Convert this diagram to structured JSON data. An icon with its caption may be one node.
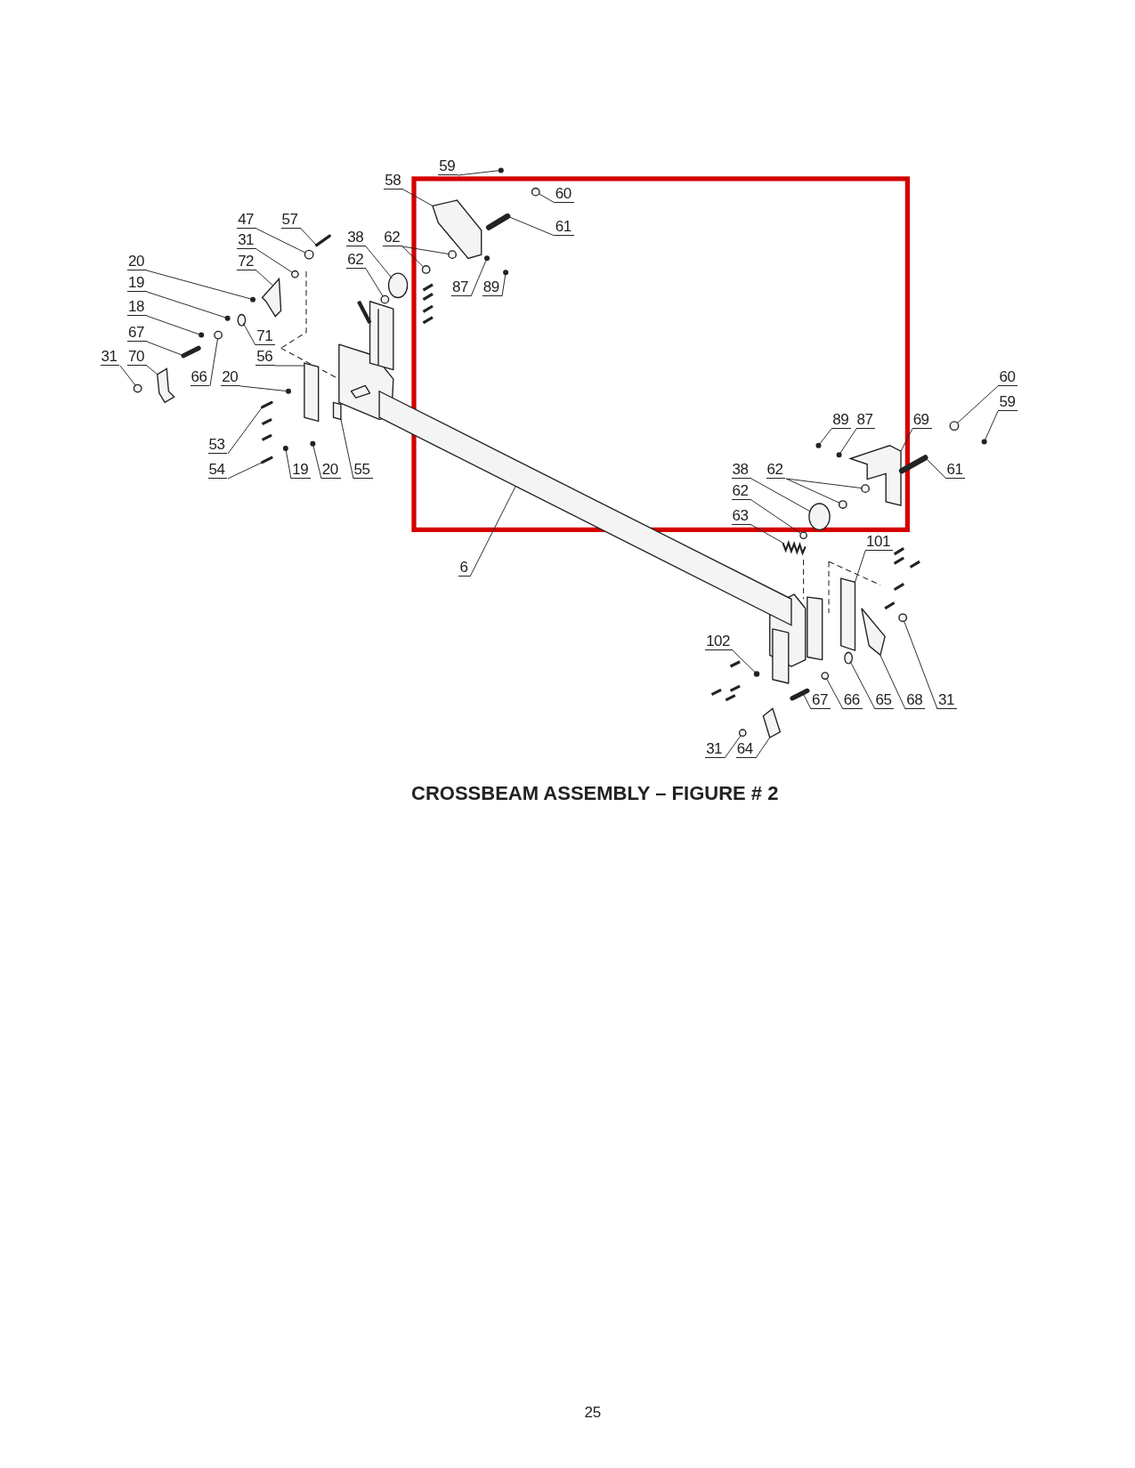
{
  "diagram": {
    "caption": "CROSSBEAM ASSEMBLY – FIGURE # 2",
    "nodes": [
      {
        "text": [
          "58"
        ]
      },
      {
        "text": [
          "59"
        ]
      },
      {
        "text": [
          "60"
        ]
      },
      {
        "text": [
          "61"
        ]
      },
      {
        "text": [
          "47"
        ]
      },
      {
        "text": [
          "57"
        ]
      },
      {
        "text": [
          "31"
        ]
      },
      {
        "text": [
          "72"
        ]
      },
      {
        "text": [
          "20"
        ]
      },
      {
        "text": [
          "19"
        ]
      },
      {
        "text": [
          "18"
        ]
      },
      {
        "text": [
          "67"
        ]
      },
      {
        "text": [
          "31"
        ]
      },
      {
        "text": [
          "70"
        ]
      },
      {
        "text": [
          "66"
        ]
      },
      {
        "text": [
          "71"
        ]
      },
      {
        "text": [
          "56"
        ]
      },
      {
        "text": [
          "20"
        ]
      },
      {
        "text": [
          "53"
        ]
      },
      {
        "text": [
          "54"
        ]
      },
      {
        "text": [
          "19"
        ]
      },
      {
        "text": [
          "20"
        ]
      },
      {
        "text": [
          "55"
        ]
      },
      {
        "text": [
          "38"
        ]
      },
      {
        "text": [
          "62"
        ]
      },
      {
        "text": [
          "62"
        ]
      },
      {
        "text": [
          "87"
        ]
      },
      {
        "text": [
          "89"
        ]
      },
      {
        "text": [
          "6"
        ]
      },
      {
        "text": [
          "89"
        ]
      },
      {
        "text": [
          "87"
        ]
      },
      {
        "text": [
          "69"
        ]
      },
      {
        "text": [
          "60"
        ]
      },
      {
        "text": [
          "59"
        ]
      },
      {
        "text": [
          "61"
        ]
      },
      {
        "text": [
          "38"
        ]
      },
      {
        "text": [
          "62"
        ]
      },
      {
        "text": [
          "62"
        ]
      },
      {
        "text": [
          "63"
        ]
      },
      {
        "text": [
          "101"
        ]
      },
      {
        "text": [
          "102"
        ]
      },
      {
        "text": [
          "67"
        ]
      },
      {
        "text": [
          "66"
        ]
      },
      {
        "text": [
          "65"
        ]
      },
      {
        "text": [
          "68"
        ]
      },
      {
        "text": [
          "31"
        ]
      },
      {
        "text": [
          "31"
        ]
      },
      {
        "text": [
          "64"
        ]
      },
      {
        "text": [],
        "shape": "picture"
      },
      {
        "text": [],
        "shape": "circle"
      },
      {
        "text": [],
        "shape": "circle"
      },
      {
        "text": [],
        "shape": "bar"
      },
      {
        "text": [],
        "shape": "circle"
      },
      {
        "text": [],
        "shape": "bar"
      },
      {
        "text": [],
        "shape": "circle"
      },
      {
        "text": [],
        "shape": "picture"
      },
      {
        "text": [],
        "shape": "circle"
      },
      {
        "text": [],
        "shape": "circle"
      },
      {
        "text": [],
        "shape": "circle"
      },
      {
        "text": [],
        "shape": "bar"
      },
      {
        "text": [],
        "shape": "circle"
      },
      {
        "text": [],
        "shape": "picture"
      },
      {
        "text": [],
        "shape": "circle"
      },
      {
        "text": [],
        "shape": "circle"
      },
      {
        "text": [],
        "shape": "box"
      },
      {
        "text": [],
        "shape": "circle"
      },
      {
        "text": [],
        "shape": "bar"
      },
      {
        "text": [],
        "shape": "bar"
      },
      {
        "text": [],
        "shape": "circle"
      },
      {
        "text": [],
        "shape": "circle"
      },
      {
        "text": [],
        "shape": "box"
      },
      {
        "text": [],
        "shape": "circle"
      },
      {
        "text": [],
        "shape": "circle"
      },
      {
        "text": [],
        "shape": "circle"
      },
      {
        "text": [],
        "shape": "circle"
      },
      {
        "text": [],
        "shape": "circle"
      },
      {
        "text": [],
        "shape": "circle"
      },
      {
        "text": [],
        "shape": "box"
      },
      {
        "text": [],
        "shape": "circle"
      },
      {
        "text": [],
        "shape": "circle"
      },
      {
        "text": [],
        "shape": "picture"
      },
      {
        "text": [],
        "shape": "circle"
      },
      {
        "text": [],
        "shape": "circle"
      },
      {
        "text": [],
        "shape": "bar"
      },
      {
        "text": [],
        "shape": "circle"
      },
      {
        "text": [],
        "shape": "circle"
      },
      {
        "text": [],
        "shape": "circle"
      },
      {
        "text": [],
        "shape": "circle"
      },
      {
        "text": [],
        "shape": "picture"
      },
      {
        "text": [],
        "shape": "box"
      },
      {
        "text": [],
        "shape": "circle"
      },
      {
        "text": [],
        "shape": "bar"
      },
      {
        "text": [],
        "shape": "circle"
      },
      {
        "text": [],
        "shape": "circle"
      },
      {
        "text": [],
        "shape": "picture"
      },
      {
        "text": [],
        "shape": "circle"
      },
      {
        "text": [],
        "shape": "circle"
      },
      {
        "text": [],
        "shape": "picture"
      }
    ],
    "edges": [
      {
        "from": 0,
        "to": 48,
        "arrow": "none"
      },
      {
        "from": 1,
        "to": 49,
        "arrow": "none"
      },
      {
        "from": 2,
        "to": 50,
        "arrow": "none"
      },
      {
        "from": 3,
        "to": 51,
        "arrow": "none"
      },
      {
        "from": 4,
        "to": 52,
        "arrow": "none"
      },
      {
        "from": 5,
        "to": 53,
        "arrow": "none"
      },
      {
        "from": 6,
        "to": 54,
        "arrow": "none"
      },
      {
        "from": 7,
        "to": 55,
        "arrow": "none"
      },
      {
        "from": 8,
        "to": 56,
        "arrow": "none"
      },
      {
        "from": 9,
        "to": 57,
        "arrow": "none"
      },
      {
        "from": 10,
        "to": 58,
        "arrow": "none"
      },
      {
        "from": 11,
        "to": 59,
        "arrow": "none"
      },
      {
        "from": 12,
        "to": 60,
        "arrow": "none"
      },
      {
        "from": 13,
        "to": 61,
        "arrow": "none"
      },
      {
        "from": 14,
        "to": 62,
        "arrow": "none"
      },
      {
        "from": 15,
        "to": 63,
        "arrow": "none"
      },
      {
        "from": 16,
        "to": 64,
        "arrow": "none"
      },
      {
        "from": 17,
        "to": 65,
        "arrow": "none"
      },
      {
        "from": 18,
        "to": 66,
        "arrow": "none"
      },
      {
        "from": 19,
        "to": 67,
        "arrow": "none"
      },
      {
        "from": 20,
        "to": 68,
        "arrow": "none"
      },
      {
        "from": 21,
        "to": 69,
        "arrow": "none"
      },
      {
        "from": 22,
        "to": 70,
        "arrow": "none"
      },
      {
        "from": 23,
        "to": 71,
        "arrow": "none"
      },
      {
        "from": 24,
        "to": 72,
        "arrow": "none"
      },
      {
        "from": 24,
        "to": 73,
        "arrow": "none"
      },
      {
        "from": 25,
        "to": 74,
        "arrow": "none"
      },
      {
        "from": 26,
        "to": 75,
        "arrow": "none"
      },
      {
        "from": 27,
        "to": 76,
        "arrow": "none"
      },
      {
        "from": 28,
        "to": 77,
        "arrow": "none"
      },
      {
        "from": 29,
        "to": 78,
        "arrow": "none"
      },
      {
        "from": 30,
        "to": 79,
        "arrow": "none"
      },
      {
        "from": 31,
        "to": 80,
        "arrow": "none"
      },
      {
        "from": 32,
        "to": 81,
        "arrow": "none"
      },
      {
        "from": 33,
        "to": 82,
        "arrow": "none"
      },
      {
        "from": 34,
        "to": 83,
        "arrow": "none"
      },
      {
        "from": 35,
        "to": 84,
        "arrow": "none"
      },
      {
        "from": 36,
        "to": 85,
        "arrow": "none"
      },
      {
        "from": 36,
        "to": 86,
        "arrow": "none"
      },
      {
        "from": 37,
        "to": 87,
        "arrow": "none"
      },
      {
        "from": 38,
        "to": 88,
        "arrow": "none"
      },
      {
        "from": 39,
        "to": 89,
        "arrow": "none"
      },
      {
        "from": 40,
        "to": 90,
        "arrow": "none"
      },
      {
        "from": 41,
        "to": 91,
        "arrow": "none"
      },
      {
        "from": 42,
        "to": 92,
        "arrow": "none"
      },
      {
        "from": 43,
        "to": 93,
        "arrow": "none"
      },
      {
        "from": 44,
        "to": 94,
        "arrow": "none"
      },
      {
        "from": 45,
        "to": 95,
        "arrow": "none"
      },
      {
        "from": 46,
        "to": 96,
        "arrow": "none"
      },
      {
        "from": 47,
        "to": 97,
        "arrow": "none"
      }
    ],
    "labels": [
      "25"
    ]
  }
}
